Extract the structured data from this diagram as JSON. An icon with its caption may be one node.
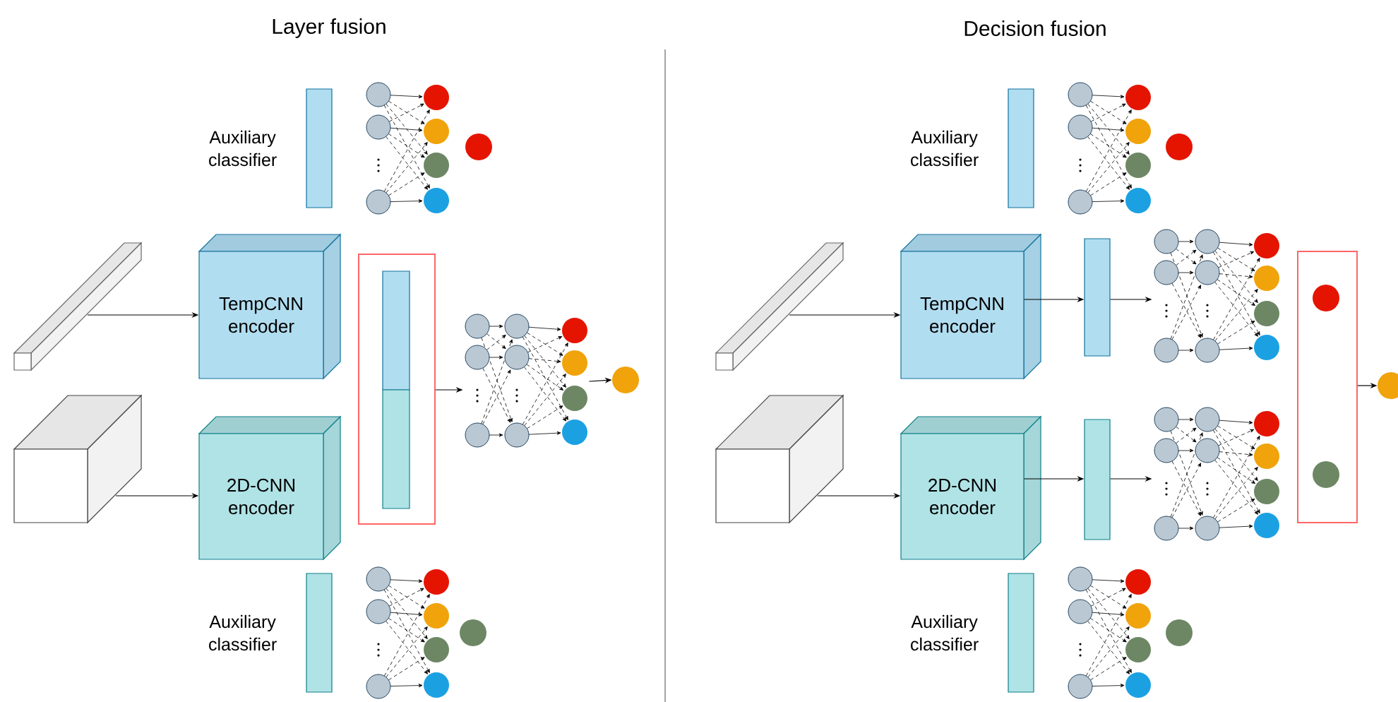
{
  "diagram": {
    "nodes": [
      {
        "text": [
          "Auxiliary classifier"
        ]
      },
      {
        "text": [],
        "shape": "picture"
      },
      {
        "text": [],
        "shape": "circle"
      },
      {
        "text": [
          "TempCNN encoder"
        ]
      },
      {
        "text": [],
        "shape": "bar"
      },
      {
        "text": [
          "2D-CNN encoder"
        ]
      },
      {
        "text": [],
        "shape": "box"
      },
      {
        "text": [],
        "shape": "box"
      },
      {
        "text": [],
        "shape": "bar",
        "in": 7
      },
      {
        "text": [],
        "shape": "picture"
      },
      {
        "text": [],
        "shape": "circle"
      },
      {
        "text": [
          "Auxiliary classifier"
        ]
      },
      {
        "text": [],
        "shape": "picture"
      },
      {
        "text": [],
        "shape": "circle"
      },
      {
        "text": [
          "Auxiliary classifier"
        ]
      },
      {
        "text": [],
        "shape": "picture"
      },
      {
        "text": [],
        "shape": "circle"
      },
      {
        "text": [
          "TempCNN encoder"
        ]
      },
      {
        "text": [],
        "shape": "bar"
      },
      {
        "text": [],
        "shape": "bar"
      },
      {
        "text": [],
        "shape": "picture"
      },
      {
        "text": [
          "2D-CNN encoder"
        ]
      },
      {
        "text": [],
        "shape": "box"
      },
      {
        "text": [],
        "shape": "bar"
      },
      {
        "text": [],
        "shape": "picture"
      },
      {
        "text": [],
        "shape": "box"
      },
      {
        "text": [],
        "shape": "circle",
        "in": 25
      },
      {
        "text": [],
        "shape": "circle",
        "in": 25
      },
      {
        "text": [],
        "shape": "circle"
      },
      {
        "text": [
          "Auxiliary classifier"
        ]
      },
      {
        "text": [],
        "shape": "picture"
      },
      {
        "text": [],
        "shape": "circle"
      }
    ],
    "edges": [
      {
        "from": 4,
        "to": 3,
        "arrow": "to"
      },
      {
        "from": 6,
        "to": 5,
        "arrow": "to"
      },
      {
        "from": 7,
        "to": 9,
        "arrow": "to"
      },
      {
        "from": 9,
        "to": 10,
        "arrow": "to"
      },
      {
        "from": 18,
        "to": 17,
        "arrow": "to"
      },
      {
        "from": 17,
        "to": 19,
        "arrow": "to"
      },
      {
        "from": 19,
        "to": 20,
        "arrow": "to"
      },
      {
        "from": 22,
        "to": 21,
        "arrow": "to"
      },
      {
        "from": 21,
        "to": 23,
        "arrow": "to"
      },
      {
        "from": 23,
        "to": 24,
        "arrow": "to"
      },
      {
        "from": 25,
        "to": 28,
        "arrow": "to"
      }
    ],
    "labels": [
      "Layer fusion",
      "Decision fusion"
    ]
  }
}
